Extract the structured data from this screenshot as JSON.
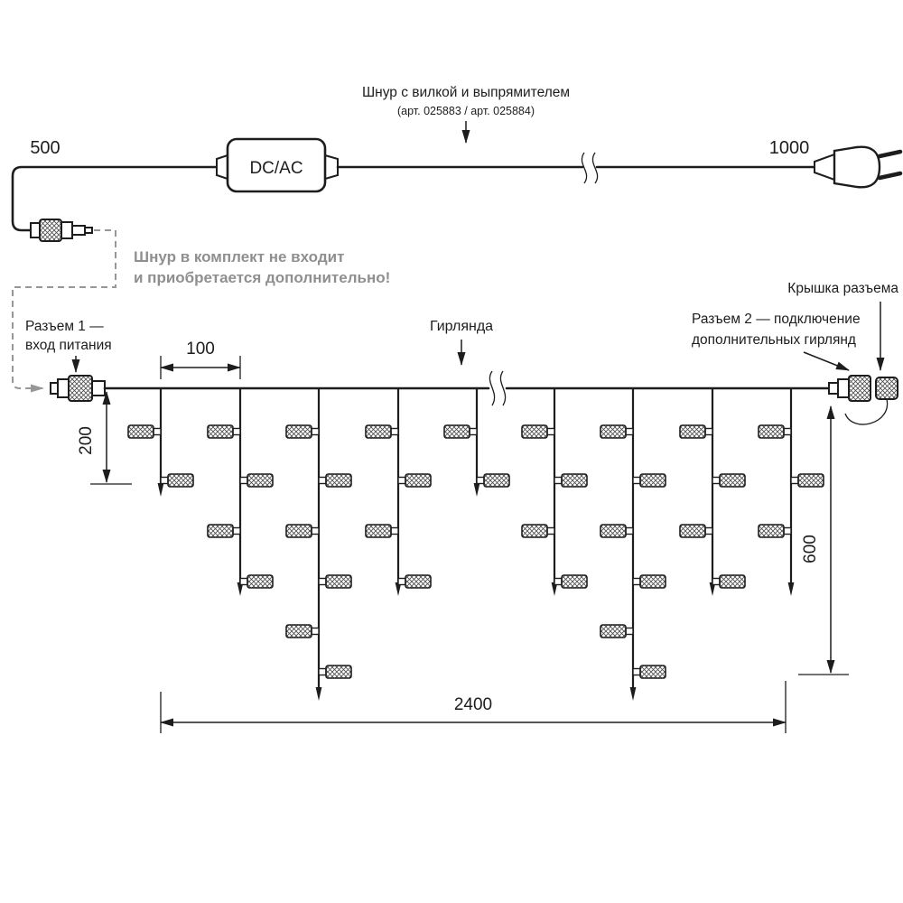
{
  "cord": {
    "dim_left": "500",
    "dim_right": "1000",
    "converter": "DC/AC",
    "label_title": "Шнур с вилкой и выпрямителем",
    "label_subtitle": "(арт. 025883 / арт. 025884)",
    "note_line1": "Шнур в комплект не входит",
    "note_line2": "и приобретается дополнительно!"
  },
  "garland": {
    "connector1_line1": "Разъем 1 —",
    "connector1_line2": "вход питания",
    "label": "Гирлянда",
    "cap_label": "Крышка разъема",
    "connector2_line1": "Разъем 2 — подключение",
    "connector2_line2": "дополнительных гирлянд"
  },
  "dims": {
    "spacing": "100",
    "short_drop": "200",
    "long_drop": "600",
    "total": "2400"
  },
  "colors": {
    "line": "#1d1d1d",
    "muted": "#8f8f8f"
  }
}
